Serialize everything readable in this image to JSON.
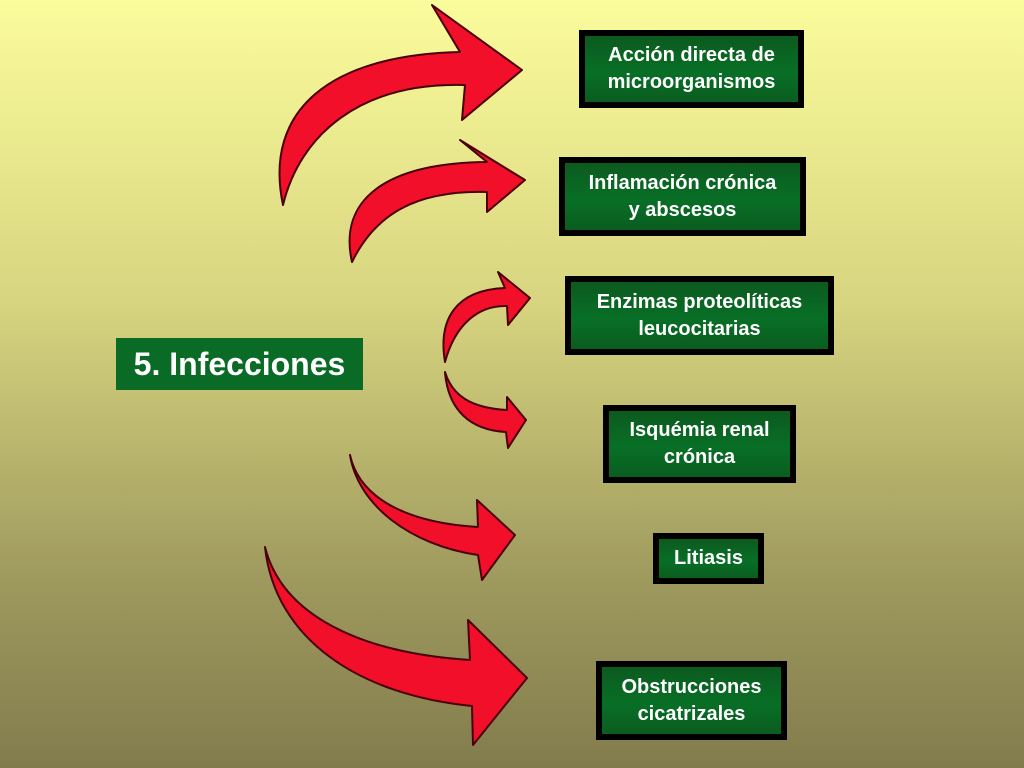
{
  "main_topic": "5. Infecciones",
  "items": [
    {
      "line1": "Acción directa de",
      "line2": "microorganismos"
    },
    {
      "line1": "Inflamación crónica",
      "line2": "y abscesos"
    },
    {
      "line1": "Enzimas proteolíticas",
      "line2": "leucocitarias"
    },
    {
      "line1": "Isquémia renal",
      "line2": "crónica"
    },
    {
      "line1": "Litiasis",
      "line2": ""
    },
    {
      "line1": "Obstrucciones",
      "line2": "cicatrizales"
    }
  ],
  "colors": {
    "arrow_fill": "#f20f2a",
    "arrow_stroke": "#4a0008",
    "box_fill": "#086f26",
    "box_border": "#000000",
    "text": "#ffffff"
  }
}
